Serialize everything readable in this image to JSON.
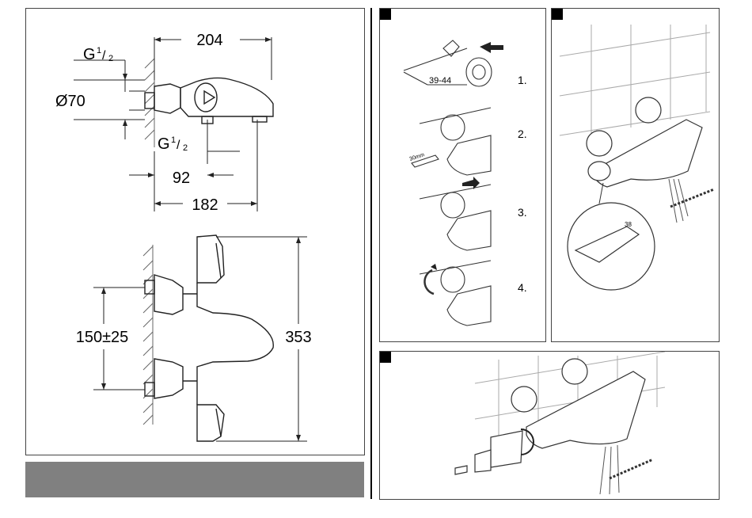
{
  "dimensions": {
    "pipe_thread_top": "G",
    "pipe_thread_bottom": "G",
    "fraction_num": "1",
    "fraction_den": "2",
    "width_overall": "204",
    "diameter": "Ø70",
    "offset": "92",
    "width_body": "182",
    "centers": "150±25",
    "height": "353"
  },
  "steps": {
    "step1": "1.",
    "step2": "2.",
    "step3": "3.",
    "step4": "4.",
    "range": "39-44",
    "wrench": "30mm",
    "dial": "38"
  }
}
